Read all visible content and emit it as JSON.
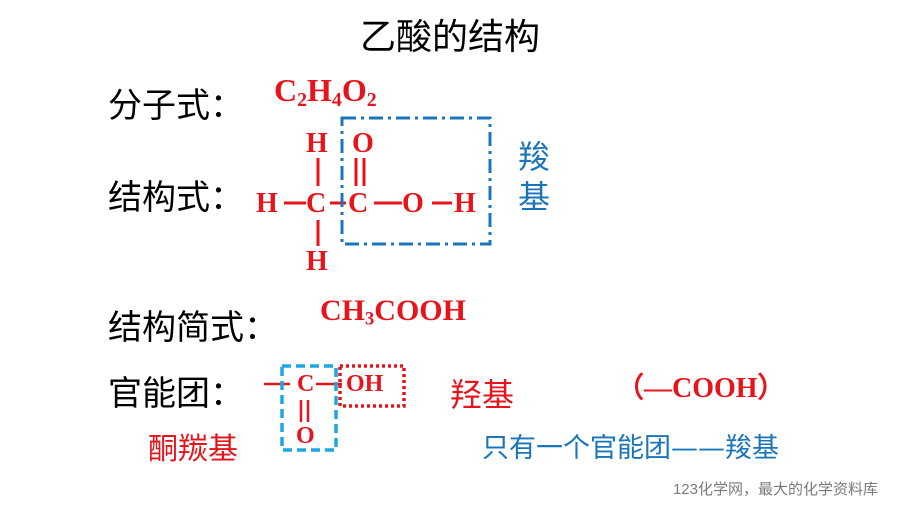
{
  "title": "乙酸的结构",
  "molecular": {
    "label": "分子式：",
    "c": "C",
    "c_n": "2",
    "h": "H",
    "h_n": "4",
    "o": "O",
    "o_n": "2"
  },
  "structural": {
    "label": "结构式：",
    "carboxyl_name_1": "羧",
    "carboxyl_name_2": "基"
  },
  "simplified": {
    "label": "结构简式：",
    "ch": "CH",
    "ch_n": "3",
    "rest": "COOH"
  },
  "functional": {
    "label": "官能团：",
    "carbonyl_c": "C",
    "carbonyl_o": "O",
    "hydroxyl": "OH",
    "hydroxyl_name": "羟基",
    "group_formula": "（—COOH）",
    "carbonyl_name": "酮羰基",
    "note": "只有一个官能团——羧基"
  },
  "footer": "123化学网，最大的化学资料库",
  "colors": {
    "red": "#e8141c",
    "blue": "#1b75bb",
    "gray": "#7a7a7a"
  }
}
